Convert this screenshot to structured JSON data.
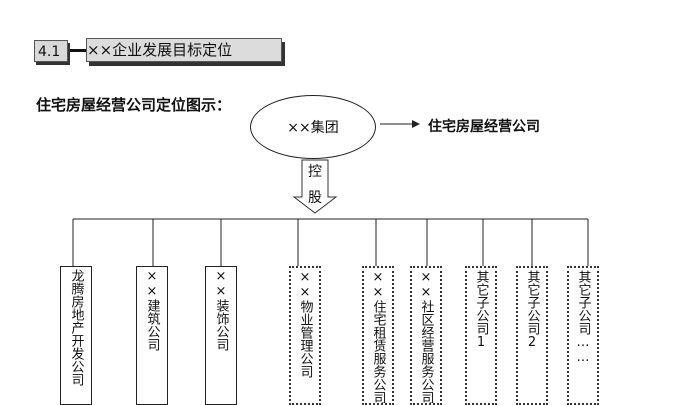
{
  "section": {
    "number": "4.1",
    "title": "××企业发展目标定位"
  },
  "heading": "住宅房屋经营公司定位图示：",
  "group": {
    "label": "××集团",
    "target": "住宅房屋经营公司",
    "relation": [
      "控",
      "股"
    ]
  },
  "companies": [
    {
      "label": "龙腾房地产开发公司",
      "style": "solid"
    },
    {
      "label": "××建筑公司",
      "style": "solid"
    },
    {
      "label": "××装饰公司",
      "style": "solid"
    },
    {
      "label": "××物业管理公司",
      "style": "dashed"
    },
    {
      "label": "××住宅租赁服务公司",
      "style": "dashed"
    },
    {
      "label": "××社区经营服务公司",
      "style": "dashed"
    },
    {
      "label": "其它子公司1",
      "style": "dashed"
    },
    {
      "label": "其它子公司2",
      "style": "dashed"
    },
    {
      "label": "其它子公司……",
      "style": "dashed"
    }
  ]
}
